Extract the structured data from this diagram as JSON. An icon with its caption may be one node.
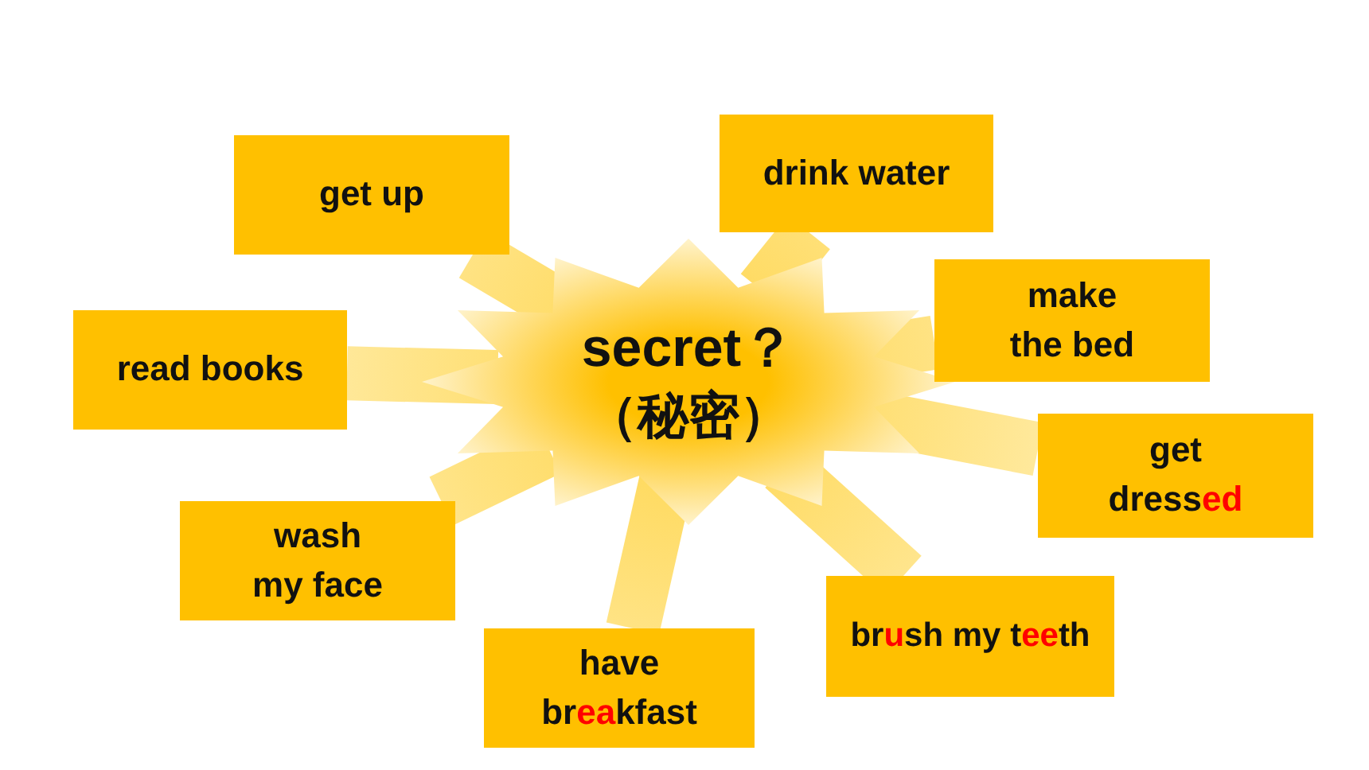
{
  "diagram": {
    "nodes": [
      {
        "text": [
          "secret？",
          "（秘密）"
        ]
      },
      {
        "text": [
          "get up"
        ]
      },
      {
        "text": [
          "drink water"
        ]
      },
      {
        "text": [
          "make the bed"
        ]
      },
      {
        "text": [
          "read books"
        ]
      },
      {
        "text": [
          "get dress**ed**"
        ]
      },
      {
        "text": [
          "wash my face"
        ]
      },
      {
        "text": [
          "br**u**sh my t**ee**th"
        ]
      },
      {
        "text": [
          "have br**ea**kfast"
        ]
      }
    ],
    "edges": [
      {
        "from": 0,
        "to": 1,
        "arrow": "none"
      },
      {
        "from": 0,
        "to": 2,
        "arrow": "none"
      },
      {
        "from": 0,
        "to": 3,
        "arrow": "none"
      },
      {
        "from": 0,
        "to": 4,
        "arrow": "none"
      },
      {
        "from": 0,
        "to": 5,
        "arrow": "none"
      },
      {
        "from": 0,
        "to": 6,
        "arrow": "none"
      },
      {
        "from": 0,
        "to": 7,
        "arrow": "none"
      },
      {
        "from": 0,
        "to": 8,
        "arrow": "none"
      }
    ]
  }
}
